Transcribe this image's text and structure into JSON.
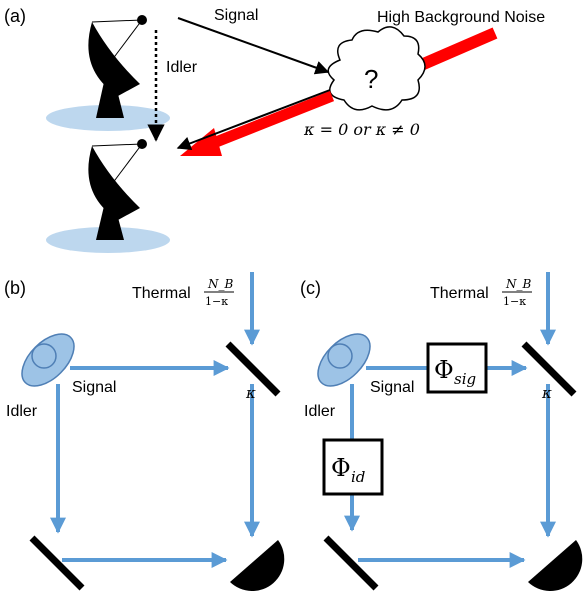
{
  "panel_a": {
    "label": "(a)",
    "signal": "Signal",
    "idler": "Idler",
    "noise": "High Background Noise",
    "question": "?",
    "kappa_cond": "κ = 0 or κ ≠ 0"
  },
  "panel_b": {
    "label": "(b)",
    "thermal": "Thermal",
    "frac_num": "N_B",
    "frac_den": "1−κ",
    "signal": "Signal",
    "idler": "Idler",
    "kappa": "κ"
  },
  "panel_c": {
    "label": "(c)",
    "thermal": "Thermal",
    "frac_num": "N_B",
    "frac_den": "1−κ",
    "signal": "Signal",
    "idler": "Idler",
    "kappa": "κ",
    "phi_sig": "Φ",
    "phi_sig_sub": "sig",
    "phi_id": "Φ",
    "phi_id_sub": "id"
  },
  "colors": {
    "beam": "#5b9bd5",
    "crystal_fill": "#9dc3e6",
    "crystal_stroke": "#4f7fb5",
    "noise": "#ff0000",
    "base": "#bdd7ee"
  }
}
